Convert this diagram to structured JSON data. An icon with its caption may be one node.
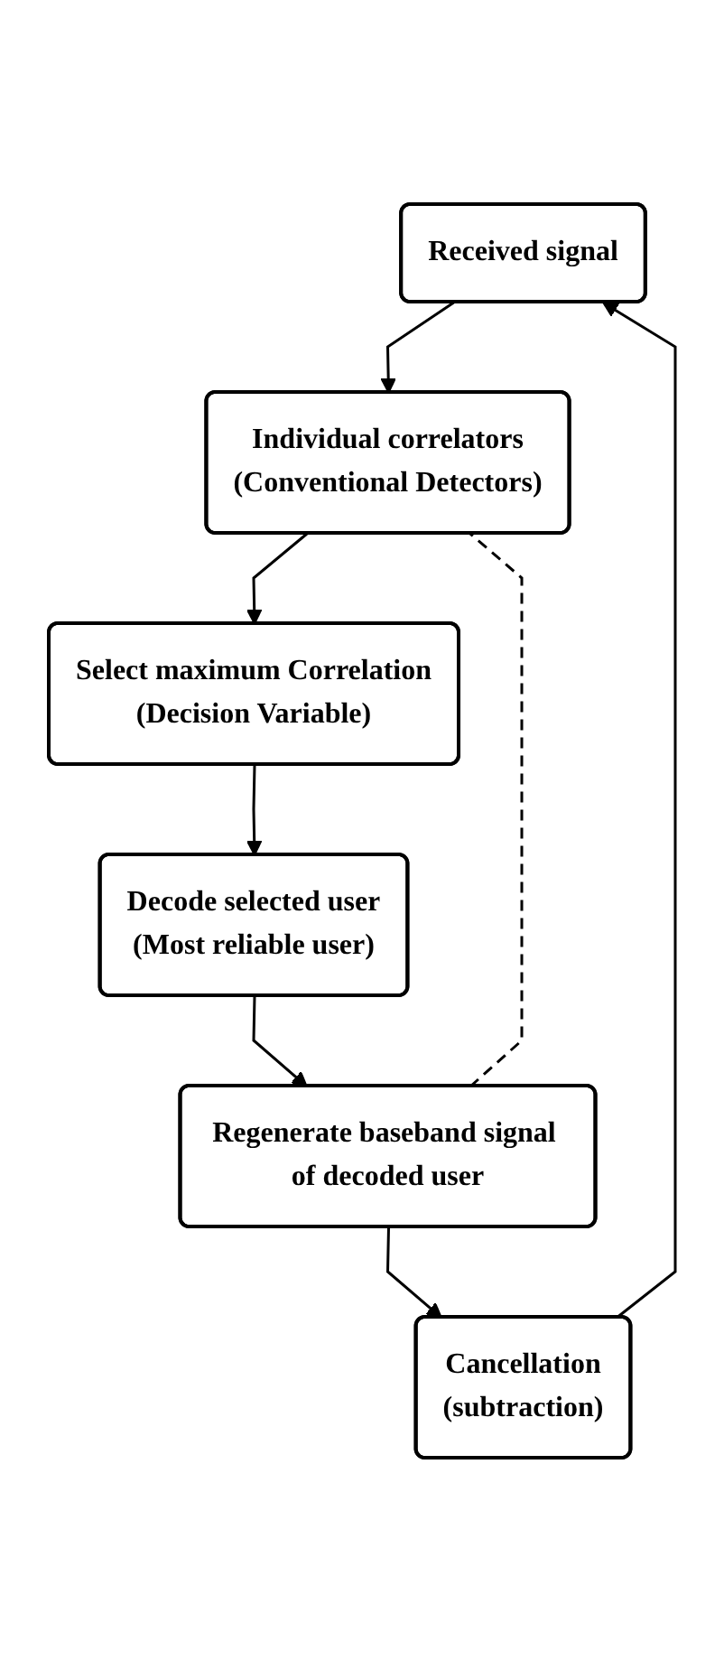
{
  "diagram": {
    "nodes": [
      {
        "text": [
          "Received signal"
        ]
      },
      {
        "text": [
          "Individual correlators",
          "(Conventional Detectors)"
        ]
      },
      {
        "text": [
          "Select maximum Correlation",
          "(Decision Variable)"
        ]
      },
      {
        "text": [
          "Decode selected user",
          "(Most reliable user)"
        ]
      },
      {
        "text": [
          "Regenerate baseband signal of decoded user"
        ]
      },
      {
        "text": [
          "Cancellation",
          "(subtraction)"
        ]
      }
    ],
    "edges": [
      {
        "from": 0,
        "to": 1,
        "arrow": "to"
      },
      {
        "from": 1,
        "to": 2,
        "arrow": "to"
      },
      {
        "from": 2,
        "to": 3,
        "arrow": "to"
      },
      {
        "from": 3,
        "to": 4,
        "arrow": "to"
      },
      {
        "from": 4,
        "to": 5,
        "arrow": "to"
      },
      {
        "from": 5,
        "to": 0,
        "arrow": "to"
      },
      {
        "from": 4,
        "to": 1,
        "arrow": "none",
        "style": "dashed"
      }
    ]
  }
}
